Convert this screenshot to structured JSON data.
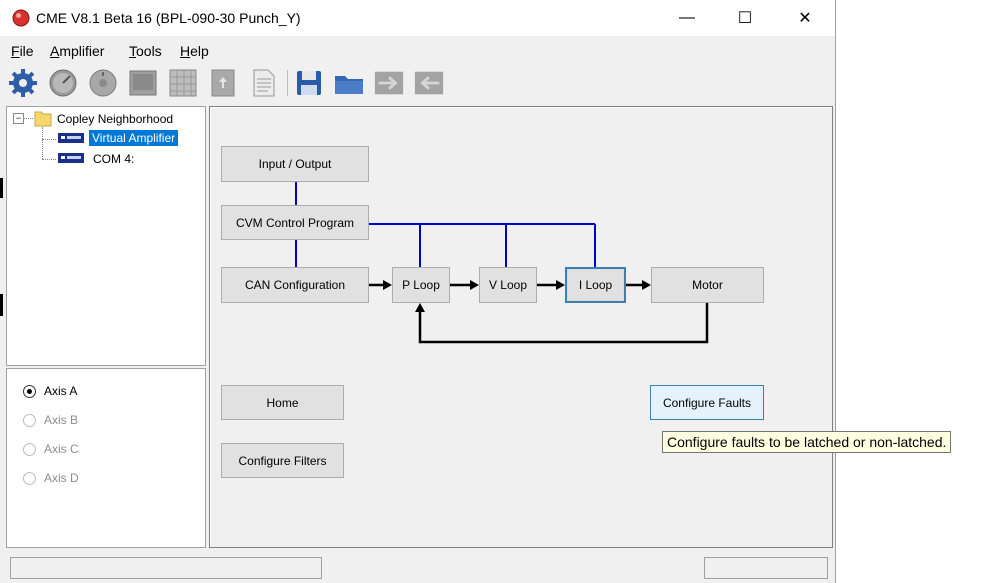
{
  "window": {
    "title": "CME V8.1 Beta 16 (BPL-090-30 Punch_Y)",
    "controls": {
      "minimize": "—",
      "maximize": "☐",
      "close": "✕"
    }
  },
  "menu": [
    {
      "label": "File",
      "mnemonic": "F",
      "rest": "ile"
    },
    {
      "label": "Amplifier",
      "mnemonic": "A",
      "rest": "mplifier"
    },
    {
      "label": "Tools",
      "mnemonic": "T",
      "rest": "ools"
    },
    {
      "label": "Help",
      "mnemonic": "H",
      "rest": "elp"
    }
  ],
  "toolbar": {
    "icons": [
      "settings-gear-icon",
      "gauge-icon",
      "dial-icon",
      "scope-icon",
      "grid-icon",
      "upload-icon",
      "document-icon",
      "save-disk-icon",
      "open-folder-icon",
      "forward-arrow-icon",
      "back-arrow-icon"
    ]
  },
  "tree": {
    "root": "Copley Neighborhood",
    "expander": "−",
    "children": [
      {
        "label": "Virtual Amplifier",
        "selected": true
      },
      {
        "label": "COM 4:",
        "selected": false
      }
    ]
  },
  "axes": [
    {
      "label": "Axis A",
      "selected": true,
      "enabled": true
    },
    {
      "label": "Axis B",
      "selected": false,
      "enabled": false
    },
    {
      "label": "Axis C",
      "selected": false,
      "enabled": false
    },
    {
      "label": "Axis D",
      "selected": false,
      "enabled": false
    }
  ],
  "diagram": {
    "input_output": "Input / Output",
    "cvm_control": "CVM Control Program",
    "can_config": "CAN Configuration",
    "p_loop": "P Loop",
    "v_loop": "V Loop",
    "i_loop": "I Loop",
    "motor": "Motor",
    "home": "Home",
    "configure_faults": "Configure Faults",
    "configure_filters": "Configure Filters",
    "line_color": "#0000cc"
  },
  "tooltip": "Configure faults to be latched or non-latched."
}
